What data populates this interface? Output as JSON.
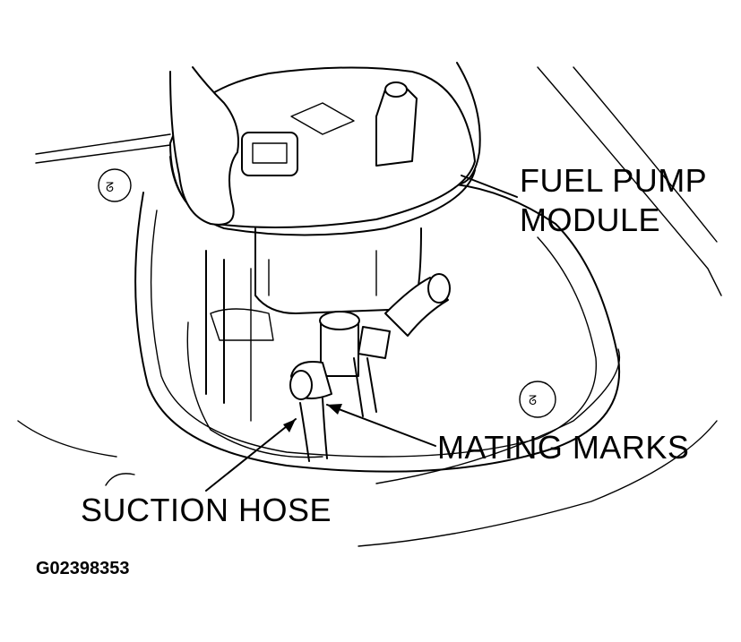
{
  "labels": {
    "fuel_pump_module_line1": "FUEL PUMP",
    "fuel_pump_module_line2": "MODULE",
    "mating_marks": "MATING MARKS",
    "suction_hose": "SUCTION HOSE",
    "figure_id": "G02398353"
  }
}
